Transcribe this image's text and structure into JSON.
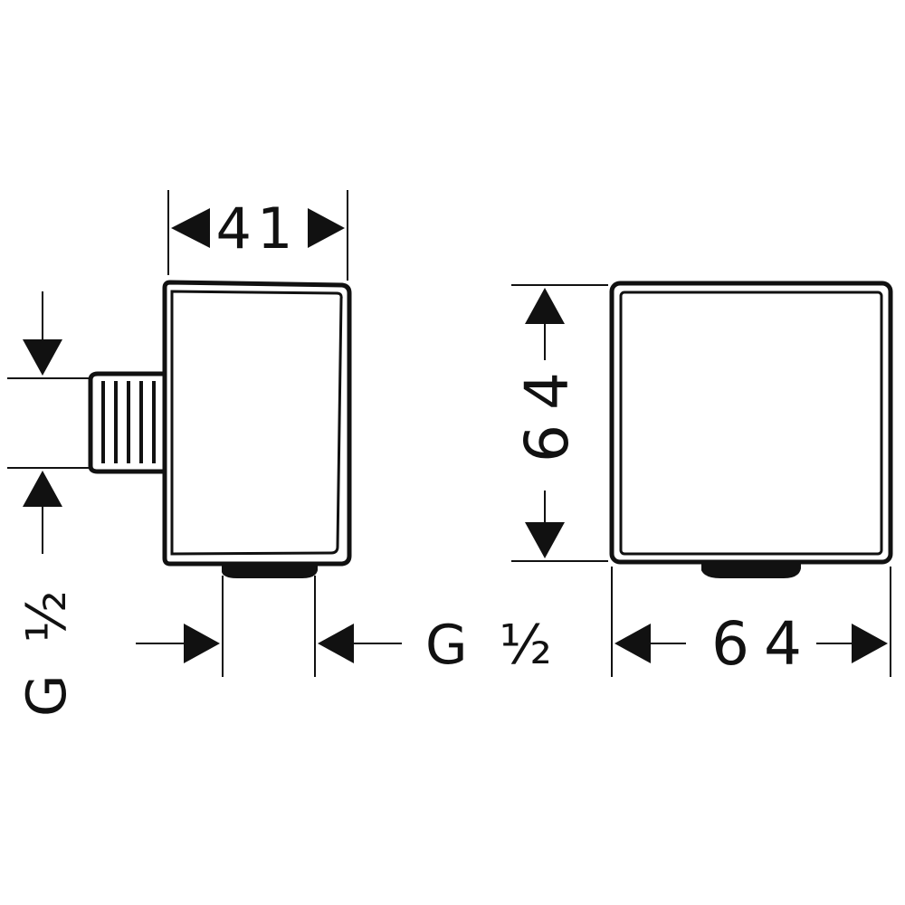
{
  "colors": {
    "ink": "#111111",
    "background": "#ffffff"
  },
  "dimensions": {
    "side_depth": "41",
    "side_inlet_thread": "G ½",
    "side_outlet_thread": "G ½",
    "front_height": "64",
    "front_width": "64"
  },
  "labels": {
    "thread_letter": "G",
    "thread_fraction": "½"
  }
}
